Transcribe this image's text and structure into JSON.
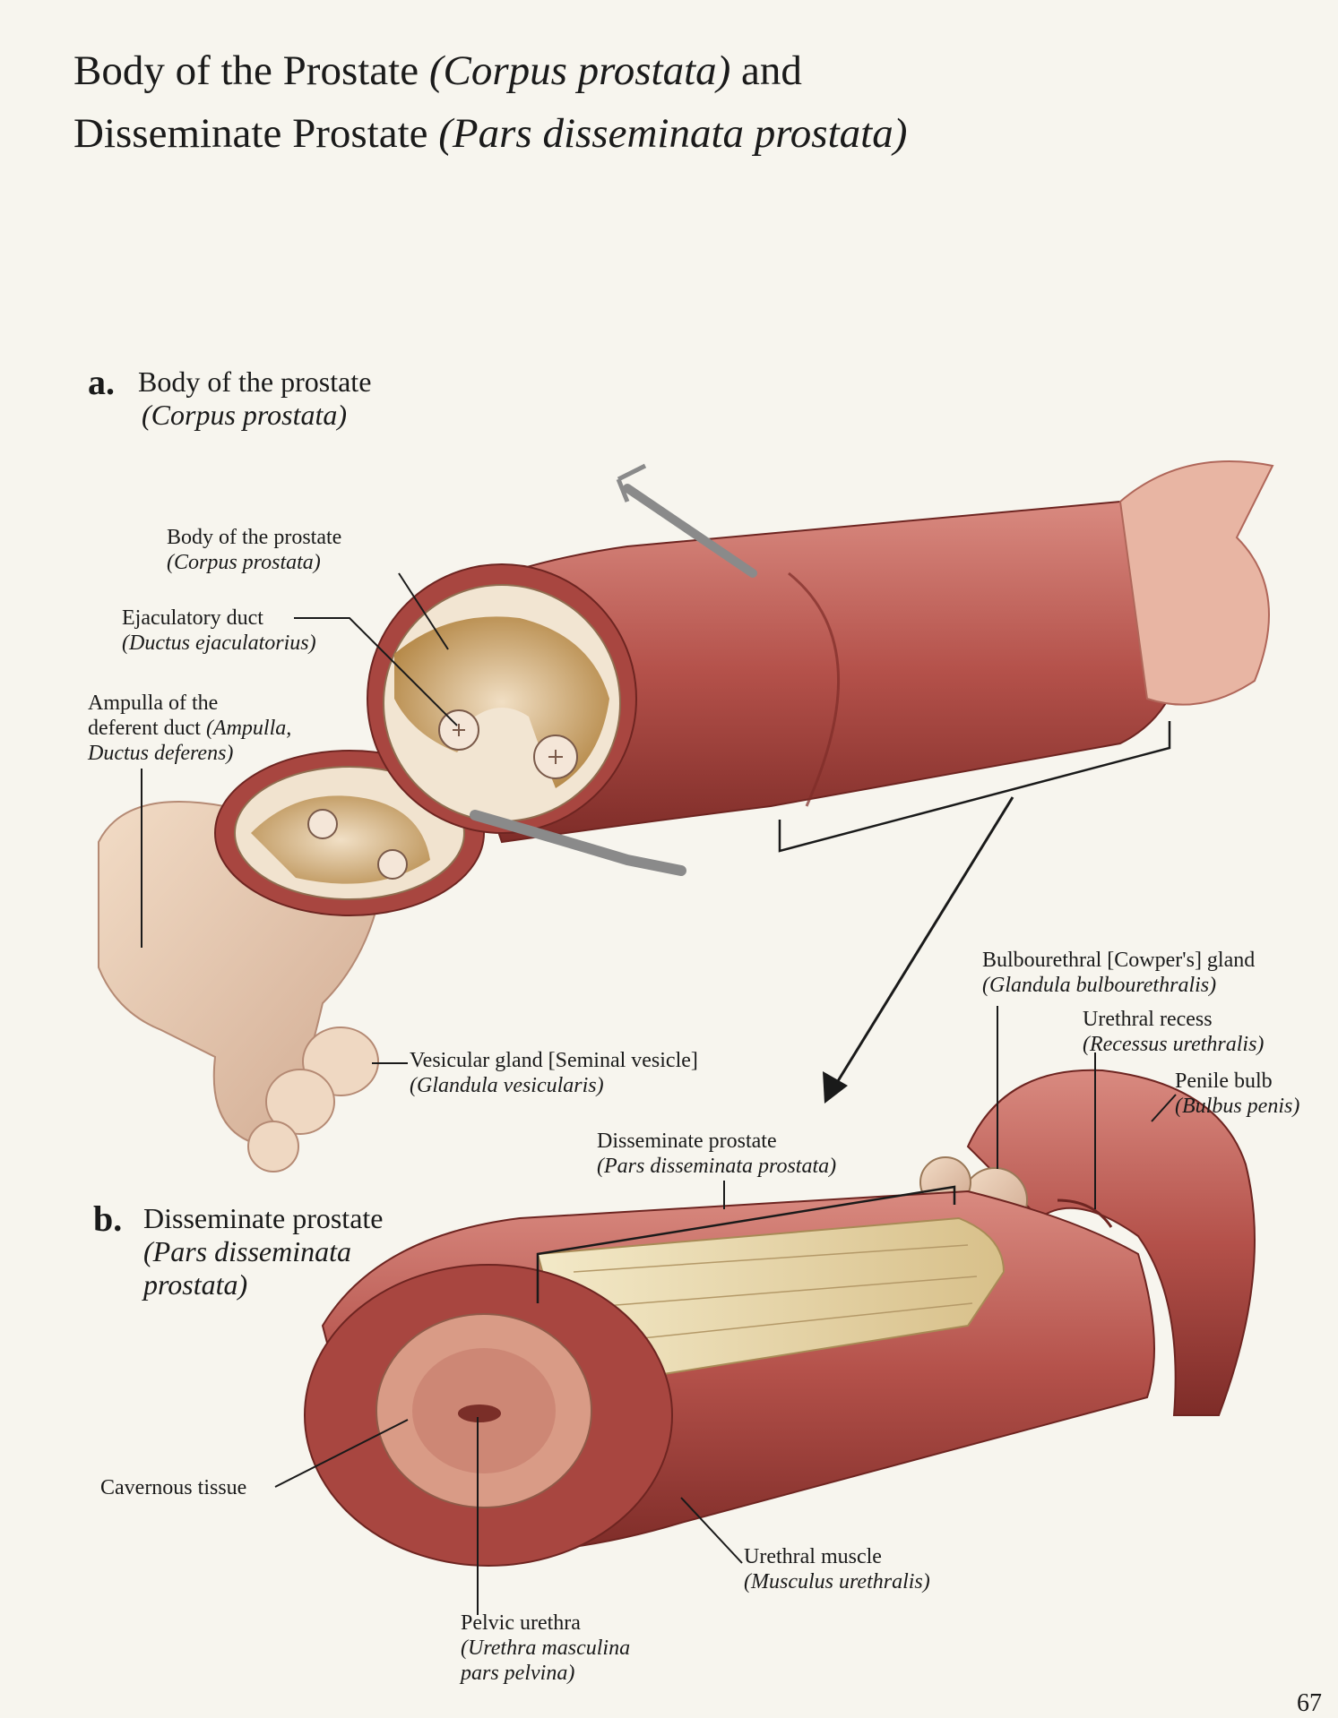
{
  "title": {
    "line1_plain": "Body of the Prostate ",
    "line1_italic": "(Corpus prostata)",
    "line1_tail": " and",
    "line2_plain": "Disseminate Prostate ",
    "line2_italic": "(Pars disseminata prostata)"
  },
  "sections": {
    "a": {
      "letter": "a.",
      "name": "Body of the prostate",
      "latin": "(Corpus prostata)"
    },
    "b": {
      "letter": "b.",
      "name": "Disseminate prostate",
      "latin1": "(Pars disseminata",
      "latin2": "prostata)"
    }
  },
  "labels": {
    "body": {
      "name": "Body of the prostate",
      "latin": "(Corpus prostata)"
    },
    "ejaculatory": {
      "name": "Ejaculatory duct",
      "latin": "(Ductus ejaculatorius)"
    },
    "ampulla": {
      "name1": "Ampulla of the",
      "name2": "deferent duct ",
      "name2_italic": "(Ampulla,",
      "latin": "Ductus deferens)"
    },
    "vesicular": {
      "name": "Vesicular gland [Seminal vesicle]",
      "latin": "(Glandula vesicularis)"
    },
    "bulbourethral": {
      "name": "Bulbourethral [Cowper's] gland",
      "latin": "(Glandula bulbourethralis)"
    },
    "recess": {
      "name": "Urethral recess",
      "latin": "(Recessus urethralis)"
    },
    "bulb": {
      "name": "Penile bulb",
      "latin": "(Bulbus penis)"
    },
    "disseminate": {
      "name": "Disseminate prostate",
      "latin": "(Pars disseminata prostata)"
    },
    "cavernous": {
      "name": "Cavernous tissue"
    },
    "muscle": {
      "name": "Urethral muscle",
      "latin": "(Musculus urethralis)"
    },
    "pelvic": {
      "name": "Pelvic urethra",
      "latin1": "(Urethra masculina",
      "latin2": "pars pelvina)"
    }
  },
  "page_number": "67",
  "colors": {
    "muscle": "#b4514a",
    "tissue": "#c8a15a",
    "gland": "#e8cdb0",
    "background": "#f7f5ee"
  }
}
